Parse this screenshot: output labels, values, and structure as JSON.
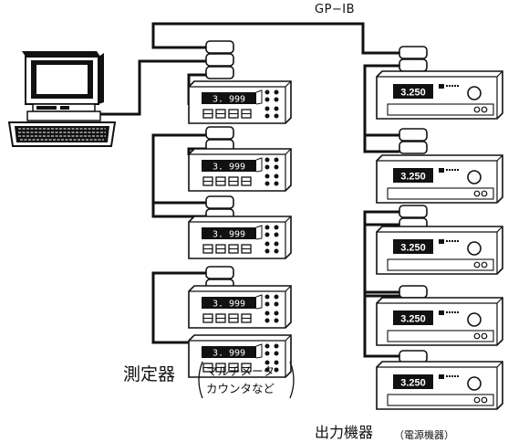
{
  "bus": {
    "label": "GP−IB"
  },
  "meters": {
    "caption": "測定器",
    "sub_line1": "マルチメータ",
    "sub_line2": "カウンタなど",
    "units": [
      {
        "reading": "3. 999"
      },
      {
        "reading": "3. 999"
      },
      {
        "reading": "3. 999"
      },
      {
        "reading": "3. 999"
      },
      {
        "reading": "3. 999"
      }
    ]
  },
  "sources": {
    "caption": "出力機器",
    "sub": "（電源機器）",
    "units": [
      {
        "reading": "3.250"
      },
      {
        "reading": "3.250"
      },
      {
        "reading": "3.250"
      },
      {
        "reading": "3.250"
      },
      {
        "reading": "3.250"
      }
    ]
  },
  "computer": {}
}
